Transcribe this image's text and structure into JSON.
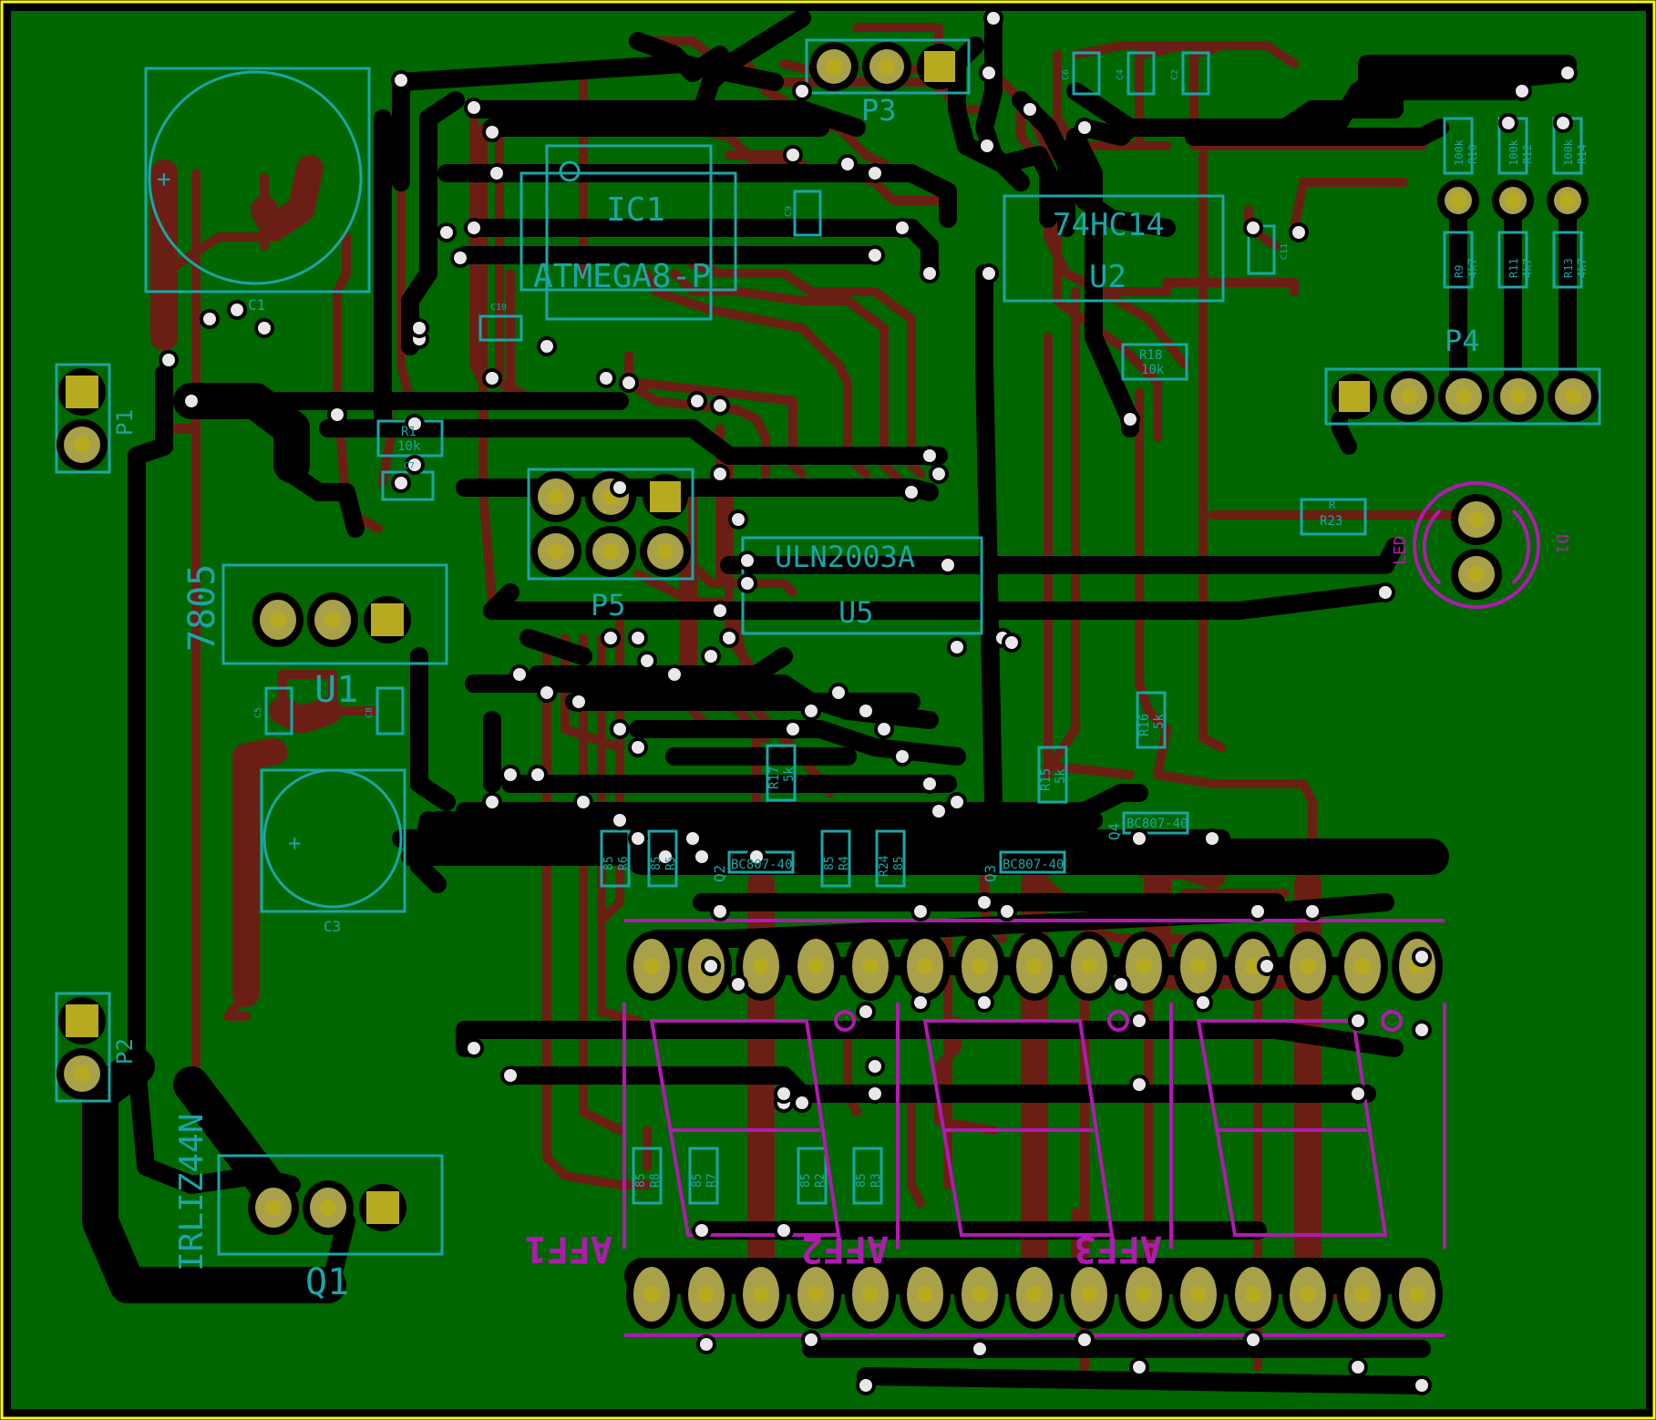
{
  "board": {
    "colors": {
      "background": "#000000",
      "outline": "#ffff00",
      "fill": "#006600",
      "trace_front": "#6b1f14",
      "trace_back": "#000000",
      "pad": "#a8a14a",
      "pad_square": "#b8aa20",
      "silk": "#1aa6a6",
      "fab": "#b01ab0",
      "via": "#e8e8e8"
    },
    "labels": {
      "ic1_ref": "IC1",
      "ic1_val": "ATMEGA8-P",
      "u2_ref": "U2",
      "u2_val": "74HC14",
      "u5_ref": "U5",
      "u5_val": "ULN2003A",
      "u1_ref": "U1",
      "u1_val": "7805",
      "q1_ref": "Q1",
      "q1_val": "IRLIZ44N",
      "p1": "P1",
      "p2": "P2",
      "p3": "P3",
      "p4": "P4",
      "p5": "P5",
      "c1": "C1",
      "c3": "C3",
      "c7": "C7",
      "c10": "C10",
      "c2": "C2",
      "c4": "C4",
      "c6": "C6",
      "c9": "C9",
      "c5": "C5",
      "c8": "C8",
      "c11": "C11",
      "r1_ref": "R1",
      "r1_val": "10k",
      "r18_ref": "R18",
      "r18_val": "10k",
      "r23_ref": "R23",
      "r23_val": "R",
      "r10": "R10",
      "r12": "R12",
      "r14": "R14",
      "r9": "R9",
      "r11": "R11",
      "r13": "R13",
      "v100k": "100k",
      "v4k7": "4k7",
      "r15_ref": "R15",
      "r15_val": "5k",
      "r16_ref": "R16",
      "r16_val": "5k",
      "r17_ref": "R17",
      "r17_val": "5k",
      "r6": "R6",
      "r5": "R5",
      "r4": "R4",
      "r24": "R24",
      "r8": "R8",
      "r7": "R7",
      "r2": "R2",
      "r3": "R3",
      "v85": "85",
      "q2": "Q2",
      "q3": "Q3",
      "q4": "Q4",
      "bc807": "BC807-40",
      "aff1": "AFF1",
      "aff2": "AFF2",
      "aff3": "AFF3",
      "d1": "D1",
      "led": "LED",
      "plus": "+"
    }
  }
}
